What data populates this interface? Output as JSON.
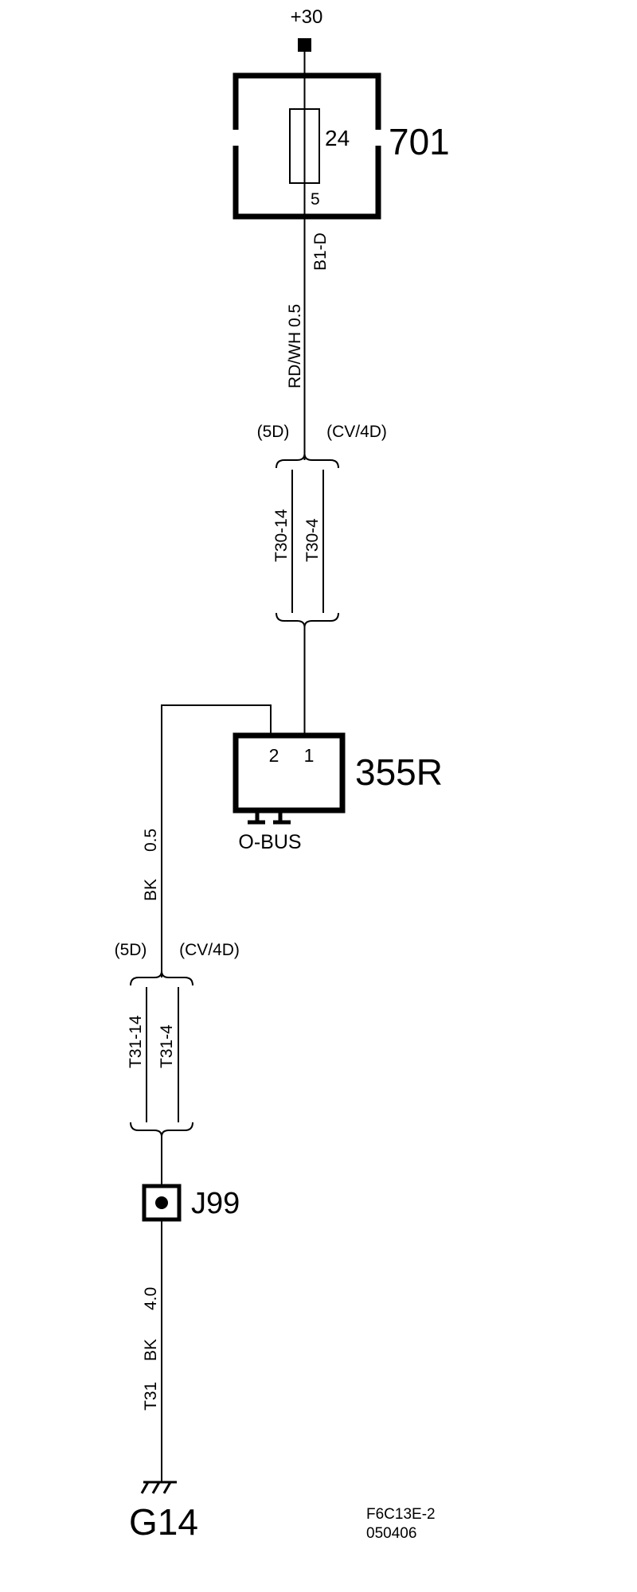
{
  "supply": {
    "label": "+30"
  },
  "fuse_box": {
    "id": "701",
    "fuse_number": "24",
    "pin": "5",
    "connector": "B1-D"
  },
  "wire_upper": {
    "label": "RD/WH 0.5"
  },
  "connector_upper": {
    "variant_left": "(5D)",
    "variant_right": "(CV/4D)",
    "left_label": "T30-14",
    "right_label": "T30-4"
  },
  "module": {
    "id": "355R",
    "pin_left": "2",
    "pin_right": "1",
    "bus_label": "O-BUS"
  },
  "wire_middle": {
    "color": "BK",
    "size": "0.5"
  },
  "connector_lower": {
    "variant_left": "(5D)",
    "variant_right": "(CV/4D)",
    "left_label": "T31-14",
    "right_label": "T31-4"
  },
  "junction": {
    "id": "J99"
  },
  "wire_lower": {
    "circuit": "T31",
    "color": "BK",
    "size": "4.0"
  },
  "ground": {
    "id": "G14"
  },
  "footer": {
    "code": "F6C13E-2",
    "date": "050406"
  }
}
